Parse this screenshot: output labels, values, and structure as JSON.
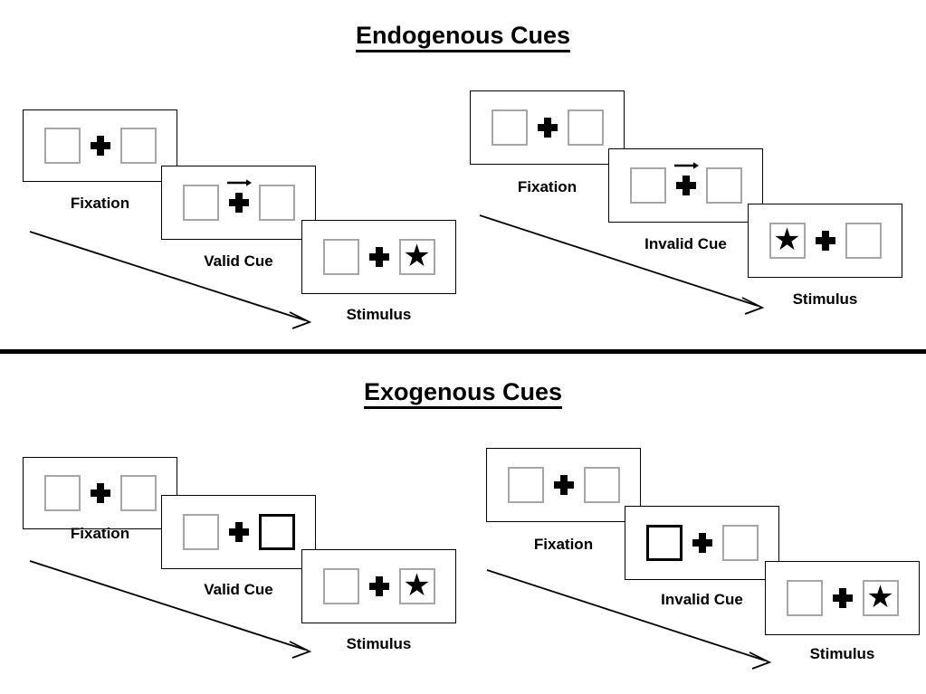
{
  "figure": {
    "title_top": "Endogenous Cues",
    "title_bottom": "Exogenous Cues"
  },
  "sections": [
    {
      "name": "endogenous",
      "title": "Endogenous Cues",
      "trials": [
        {
          "name": "endogenous-valid",
          "frames": [
            {
              "caption": "Fixation",
              "left_box": "empty",
              "right_box": "empty",
              "cue": "none",
              "cue_side": "none"
            },
            {
              "caption": "Valid Cue",
              "left_box": "empty",
              "right_box": "empty",
              "cue": "arrow-right",
              "cue_side": "right"
            },
            {
              "caption": "Stimulus",
              "left_box": "empty",
              "right_box": "star",
              "cue": "none",
              "cue_side": "none"
            }
          ]
        },
        {
          "name": "endogenous-invalid",
          "frames": [
            {
              "caption": "Fixation",
              "left_box": "empty",
              "right_box": "empty",
              "cue": "none",
              "cue_side": "none"
            },
            {
              "caption": "Invalid Cue",
              "left_box": "empty",
              "right_box": "empty",
              "cue": "arrow-right",
              "cue_side": "right"
            },
            {
              "caption": "Stimulus",
              "left_box": "star",
              "right_box": "empty",
              "cue": "none",
              "cue_side": "none"
            }
          ]
        }
      ]
    },
    {
      "name": "exogenous",
      "title": "Exogenous Cues",
      "trials": [
        {
          "name": "exogenous-valid",
          "frames": [
            {
              "caption": "Fixation",
              "left_box": "empty",
              "right_box": "empty",
              "cue": "none",
              "cue_side": "none"
            },
            {
              "caption": "Valid Cue",
              "left_box": "empty",
              "right_box": "cued",
              "cue": "box-highlight",
              "cue_side": "right"
            },
            {
              "caption": "Stimulus",
              "left_box": "empty",
              "right_box": "star",
              "cue": "none",
              "cue_side": "none"
            }
          ]
        },
        {
          "name": "exogenous-invalid",
          "frames": [
            {
              "caption": "Fixation",
              "left_box": "empty",
              "right_box": "empty",
              "cue": "none",
              "cue_side": "none"
            },
            {
              "caption": "Invalid Cue",
              "left_box": "cued",
              "right_box": "empty",
              "cue": "box-highlight",
              "cue_side": "left"
            },
            {
              "caption": "Stimulus",
              "left_box": "empty",
              "right_box": "star",
              "cue": "none",
              "cue_side": "none"
            }
          ]
        }
      ]
    }
  ],
  "icons": {
    "star_glyph": "★",
    "fixation_cross": "plus-icon",
    "cue_arrow": "arrow-right-icon",
    "time_arrow": "time-flow-arrow-icon"
  },
  "colors": {
    "ink": "#000000",
    "box_border": "#a6a6a6",
    "cued_box_border": "#000000",
    "background": "#ffffff"
  }
}
